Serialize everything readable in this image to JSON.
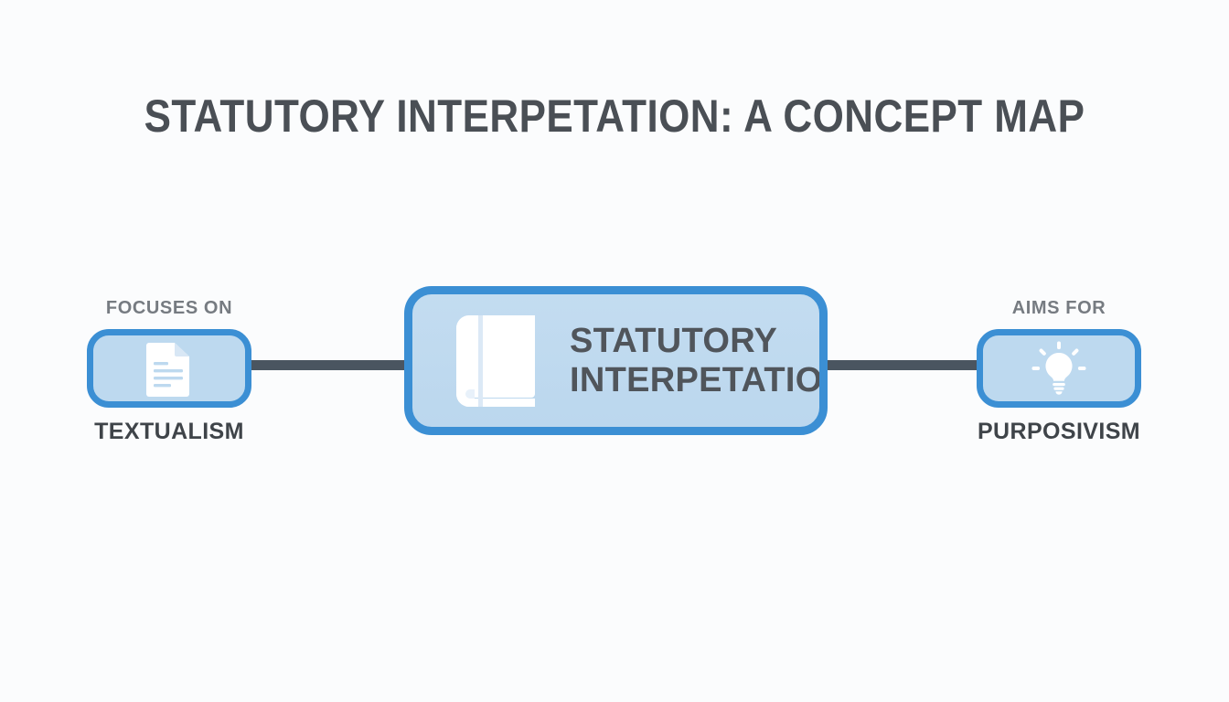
{
  "page": {
    "title": "STATUTORY INTERPETATION: A CONCEPT MAP",
    "background_color": "#fbfcfd",
    "type": "concept-map"
  },
  "theme": {
    "node_fill": "#bdd9ef",
    "node_border": "#3b8fd4",
    "connector": "#4a5560",
    "title_text": "#4a4f55",
    "caption_above_text": "#767b81",
    "caption_below_text": "#3f4449",
    "icon_color": "#ffffff"
  },
  "center_node": {
    "label_line1": "STATUTORY",
    "label_line2": "INTERPETATION",
    "icon": "book-icon"
  },
  "branches": [
    {
      "id": "textualism",
      "relation": "FOCUSES ON",
      "label": "TEXTUALISM",
      "icon": "document-icon",
      "side": "left"
    },
    {
      "id": "purposivism",
      "relation": "AIMS FOR",
      "label": "PURPOSIVISM",
      "icon": "lightbulb-icon",
      "side": "right"
    }
  ],
  "connectors": [
    {
      "from": "textualism",
      "to": "center_node"
    },
    {
      "from": "center_node",
      "to": "purposivism"
    }
  ]
}
